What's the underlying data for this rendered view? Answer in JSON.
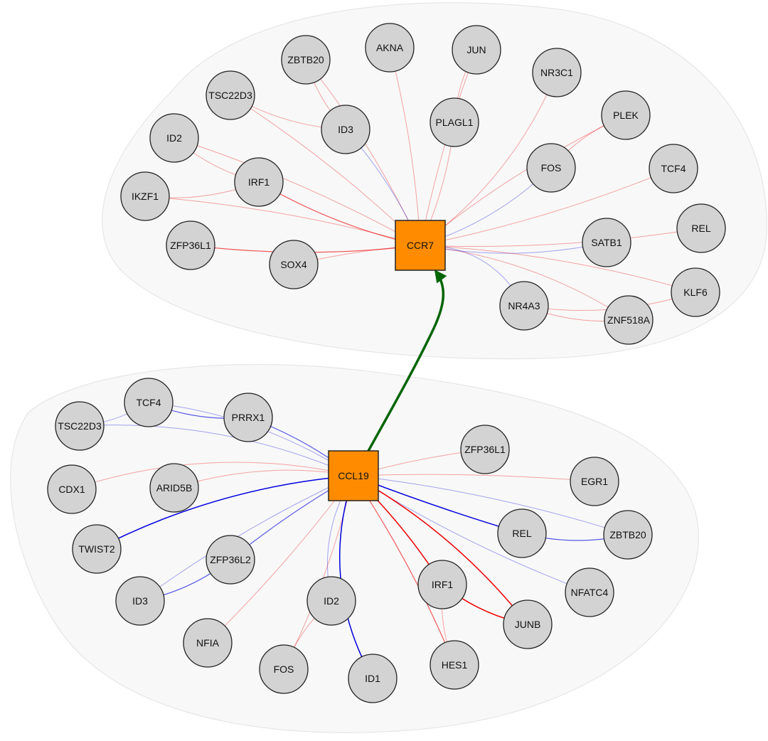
{
  "clusters": [
    {
      "id": "ccr7",
      "hub": {
        "label": "CCR7",
        "color": "#ff8c00"
      },
      "genes": [
        {
          "id": "ZBTB20",
          "label": "ZBTB20",
          "sign": "pos",
          "weight": "light"
        },
        {
          "id": "AKNA",
          "label": "AKNA",
          "sign": "pos",
          "weight": "light"
        },
        {
          "id": "JUN",
          "label": "JUN",
          "sign": "pos",
          "weight": "light"
        },
        {
          "id": "NR3C1",
          "label": "NR3C1",
          "sign": "pos",
          "weight": "light"
        },
        {
          "id": "TSC22D3",
          "label": "TSC22D3",
          "sign": "pos",
          "weight": "light"
        },
        {
          "id": "PLAGL1",
          "label": "PLAGL1",
          "sign": "pos",
          "weight": "light"
        },
        {
          "id": "PLEK",
          "label": "PLEK",
          "sign": "pos",
          "weight": "light"
        },
        {
          "id": "ID3",
          "label": "ID3",
          "sign": "neg",
          "weight": "light"
        },
        {
          "id": "ID2",
          "label": "ID2",
          "sign": "pos",
          "weight": "light"
        },
        {
          "id": "FOS",
          "label": "FOS",
          "sign": "neg",
          "weight": "light"
        },
        {
          "id": "TCF4",
          "label": "TCF4",
          "sign": "pos",
          "weight": "light"
        },
        {
          "id": "IRF1",
          "label": "IRF1",
          "sign": "pos",
          "weight": "medium"
        },
        {
          "id": "IKZF1",
          "label": "IKZF1",
          "sign": "pos",
          "weight": "light"
        },
        {
          "id": "ZFP36L1",
          "label": "ZFP36L1",
          "sign": "pos",
          "weight": "medium"
        },
        {
          "id": "SOX4",
          "label": "SOX4",
          "sign": "pos",
          "weight": "light"
        },
        {
          "id": "SATB1",
          "label": "SATB1",
          "sign": "neg",
          "weight": "light"
        },
        {
          "id": "REL",
          "label": "REL",
          "sign": "pos",
          "weight": "light"
        },
        {
          "id": "KLF6",
          "label": "KLF6",
          "sign": "pos",
          "weight": "light"
        },
        {
          "id": "NR4A3",
          "label": "NR4A3",
          "sign": "neg",
          "weight": "light"
        },
        {
          "id": "ZNF518A",
          "label": "ZNF518A",
          "sign": "pos",
          "weight": "light"
        }
      ],
      "extra_edges": [
        {
          "from": "IKZF1",
          "to": "IRF1",
          "sign": "pos",
          "weight": "light"
        },
        {
          "from": "ID2",
          "to": "IRF1",
          "sign": "pos",
          "weight": "light"
        },
        {
          "from": "TSC22D3",
          "to": "ID3",
          "sign": "pos",
          "weight": "light"
        },
        {
          "from": "ZBTB20",
          "to": "ID3",
          "sign": "pos",
          "weight": "light"
        },
        {
          "from": "JUN",
          "to": "PLAGL1",
          "sign": "pos",
          "weight": "light"
        },
        {
          "from": "PLEK",
          "to": "FOS",
          "sign": "pos",
          "weight": "light"
        },
        {
          "from": "NR4A3",
          "to": "KLF6",
          "sign": "pos",
          "weight": "light"
        },
        {
          "from": "NR4A3",
          "to": "ZNF518A",
          "sign": "pos",
          "weight": "light"
        }
      ]
    },
    {
      "id": "ccl19",
      "hub": {
        "label": "CCL19",
        "color": "#ff8c00"
      },
      "genes": [
        {
          "id": "TCF4",
          "label": "TCF4",
          "sign": "neg",
          "weight": "light"
        },
        {
          "id": "TSC22D3",
          "label": "TSC22D3",
          "sign": "neg",
          "weight": "light"
        },
        {
          "id": "PRRX1",
          "label": "PRRX1",
          "sign": "neg",
          "weight": "medium"
        },
        {
          "id": "CDX1",
          "label": "CDX1",
          "sign": "pos",
          "weight": "light"
        },
        {
          "id": "ARID5B",
          "label": "ARID5B",
          "sign": "pos",
          "weight": "light"
        },
        {
          "id": "ZFP36L1",
          "label": "ZFP36L1",
          "sign": "pos",
          "weight": "light"
        },
        {
          "id": "EGR1",
          "label": "EGR1",
          "sign": "pos",
          "weight": "light"
        },
        {
          "id": "TWIST2",
          "label": "TWIST2",
          "sign": "neg",
          "weight": "strong"
        },
        {
          "id": "REL",
          "label": "REL",
          "sign": "neg",
          "weight": "strong"
        },
        {
          "id": "ZBTB20",
          "label": "ZBTB20",
          "sign": "neg",
          "weight": "light"
        },
        {
          "id": "ZFP36L2",
          "label": "ZFP36L2",
          "sign": "neg",
          "weight": "medium"
        },
        {
          "id": "ID3",
          "label": "ID3",
          "sign": "neg",
          "weight": "light"
        },
        {
          "id": "ID2",
          "label": "ID2",
          "sign": "neg",
          "weight": "light"
        },
        {
          "id": "IRF1",
          "label": "IRF1",
          "sign": "pos",
          "weight": "strong"
        },
        {
          "id": "NFATC4",
          "label": "NFATC4",
          "sign": "neg",
          "weight": "light"
        },
        {
          "id": "NFIA",
          "label": "NFIA",
          "sign": "pos",
          "weight": "light"
        },
        {
          "id": "FOS",
          "label": "FOS",
          "sign": "pos",
          "weight": "light"
        },
        {
          "id": "ID1",
          "label": "ID1",
          "sign": "neg",
          "weight": "strong"
        },
        {
          "id": "HES1",
          "label": "HES1",
          "sign": "pos",
          "weight": "medium"
        },
        {
          "id": "JUNB",
          "label": "JUNB",
          "sign": "pos",
          "weight": "strong"
        }
      ],
      "extra_edges": [
        {
          "from": "TSC22D3",
          "to": "TCF4",
          "sign": "neg",
          "weight": "light"
        },
        {
          "from": "TCF4",
          "to": "PRRX1",
          "sign": "neg",
          "weight": "medium"
        },
        {
          "from": "ID3",
          "to": "ZFP36L2",
          "sign": "neg",
          "weight": "medium"
        },
        {
          "from": "ID2",
          "to": "FOS",
          "sign": "pos",
          "weight": "light"
        },
        {
          "from": "REL",
          "to": "ZBTB20",
          "sign": "neg",
          "weight": "medium"
        },
        {
          "from": "IRF1",
          "to": "JUNB",
          "sign": "pos",
          "weight": "strong"
        },
        {
          "from": "IRF1",
          "to": "HES1",
          "sign": "pos",
          "weight": "light"
        }
      ]
    }
  ],
  "hub_link": {
    "from": "CCL19",
    "to": "CCR7",
    "color": "#006400"
  },
  "colors": {
    "positive": "#ee0000",
    "negative": "#0000dd",
    "gene_fill": "#d3d3d3",
    "hub_fill": "#ff8c00",
    "node_outline": "#222222",
    "cluster_fill": "#f8f8f8"
  }
}
